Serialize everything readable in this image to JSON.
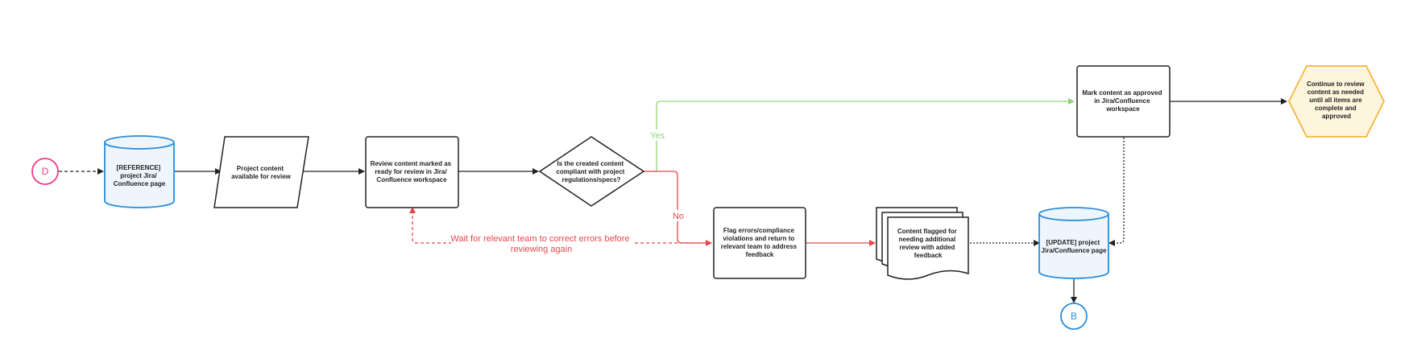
{
  "diagram": {
    "connectors": [
      {
        "id": "D",
        "label": "D",
        "color": "#e83e8c"
      },
      {
        "id": "B",
        "label": "B",
        "color": "#2b8ed9"
      }
    ],
    "nodes": {
      "ref_db": {
        "lines": [
          "[REFERENCE]",
          "project Jira/",
          "Confluence page"
        ]
      },
      "content_available": {
        "lines": [
          "Project content",
          "available for review"
        ]
      },
      "review_content": {
        "lines": [
          "Review content marked as",
          "ready for review in Jira/",
          "Confluence workspace"
        ]
      },
      "decision": {
        "lines": [
          "Is the created content",
          "compliant with project",
          "regulations/specs?"
        ]
      },
      "mark_approved": {
        "lines": [
          "Mark content as approved",
          "in Jira/Confluence",
          "workspace"
        ]
      },
      "continue_review": {
        "lines": [
          "Continue to review",
          "content as needed",
          "until all items are",
          "complete and",
          "approved"
        ]
      },
      "flag_errors": {
        "lines": [
          "Flag errors/compliance",
          "violations and return to",
          "relevant team to address",
          "feedback"
        ]
      },
      "content_flagged": {
        "lines": [
          "Content flagged for",
          "needing additional",
          "review with added",
          "feedback"
        ]
      },
      "update_db": {
        "lines": [
          "[UPDATE] project",
          "Jira/Confluence page"
        ]
      }
    },
    "edge_labels": {
      "yes": "Yes",
      "no": "No",
      "wait": [
        "Wait for relevant team to correct errors before",
        "reviewing again"
      ]
    },
    "colors": {
      "db_stroke": "#2b8ed9",
      "db_fill": "#eef5fc",
      "hex_stroke": "#f5b53d",
      "hex_fill": "#fdf6dc",
      "yes_line": "#8fd47a",
      "no_line": "#e4484b",
      "line": "#222222"
    }
  }
}
